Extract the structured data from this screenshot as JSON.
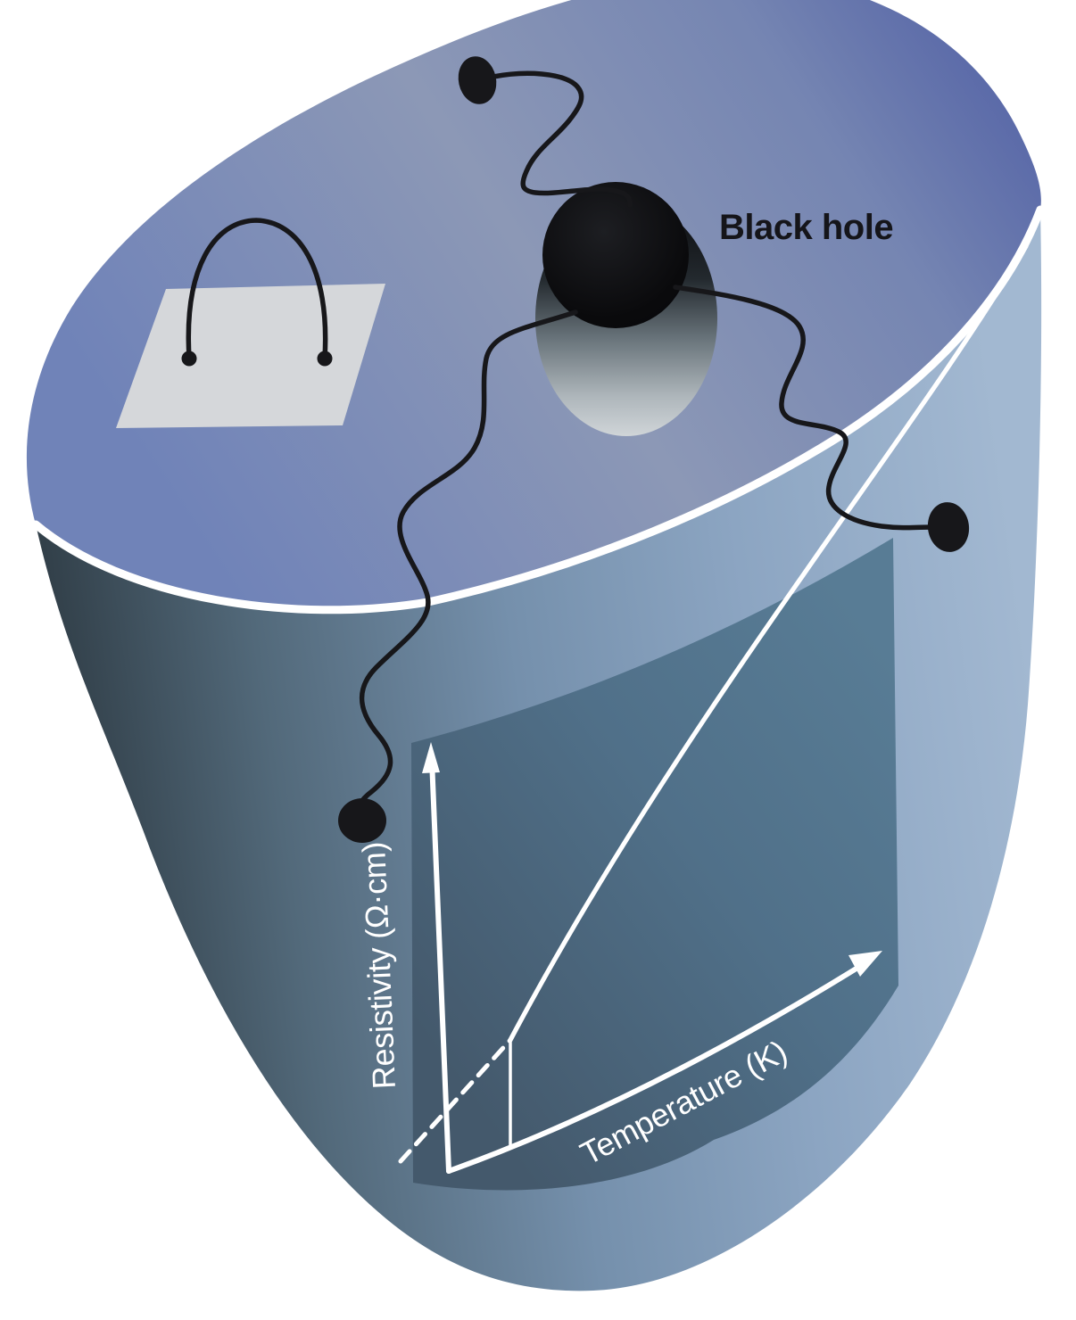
{
  "figure": {
    "kind": "scientific-illustration",
    "labels": {
      "black_hole": "Black hole",
      "y_axis": "Resistivity (Ω·cm)",
      "x_axis": "Temperature (K)"
    },
    "colors": {
      "background": "#ffffff",
      "top_face_blue": "#7083b8",
      "top_face_light": "#8c98b6",
      "top_face_corner_indigo": "#5463a6",
      "side_darkest": "#2f3c45",
      "side_mid": "#7590ac",
      "side_lightest": "#a2b8d1",
      "panel_dark": "#44596c",
      "panel_light": "#587c95",
      "sample_sheet_gray": "#d5d7da",
      "halo_light_gray": "#d2d7da",
      "ink_black": "#16161a",
      "line_white": "#ffffff"
    },
    "elements": [
      {
        "name": "black-hole-sphere",
        "desc": "black sphere sunk into the top face with gray halo"
      },
      {
        "name": "sample-sheet",
        "desc": "light gray parallelogram sample with two contact dots joined by a wire arc"
      },
      {
        "name": "electrode-dot",
        "count": 3,
        "desc": "black blob electrodes connected by wavy wires"
      },
      {
        "name": "inset-plot",
        "desc": "schematic plot drawn on the curved side face"
      }
    ],
    "inset_chart": {
      "type": "line",
      "title": "",
      "xlabel": "Temperature (K)",
      "ylabel": "Resistivity (Ω·cm)",
      "x_ticks": [],
      "y_ticks": [],
      "grid": false,
      "legend": "none",
      "series": [
        {
          "name": "linear-in-T resistivity",
          "style": "solid",
          "color": "#ffffff",
          "points_norm": [
            [
              0.16,
              0.28
            ],
            [
              0.6,
              0.78
            ],
            [
              1.0,
              1.15
            ]
          ]
        },
        {
          "name": "low-temperature linear extrapolation",
          "style": "dashed",
          "color": "#ffffff",
          "points_norm": [
            [
              -0.11,
              -0.02
            ],
            [
              0.16,
              0.28
            ]
          ]
        },
        {
          "name": "crossover-temperature marker",
          "style": "thin-vertical",
          "color": "#ffffff",
          "points_norm": [
            [
              0.16,
              0.0
            ],
            [
              0.16,
              0.28
            ]
          ]
        }
      ],
      "notes": "No numeric ticks; the solid line continues past the plot panel up to the rim of the solid."
    }
  }
}
